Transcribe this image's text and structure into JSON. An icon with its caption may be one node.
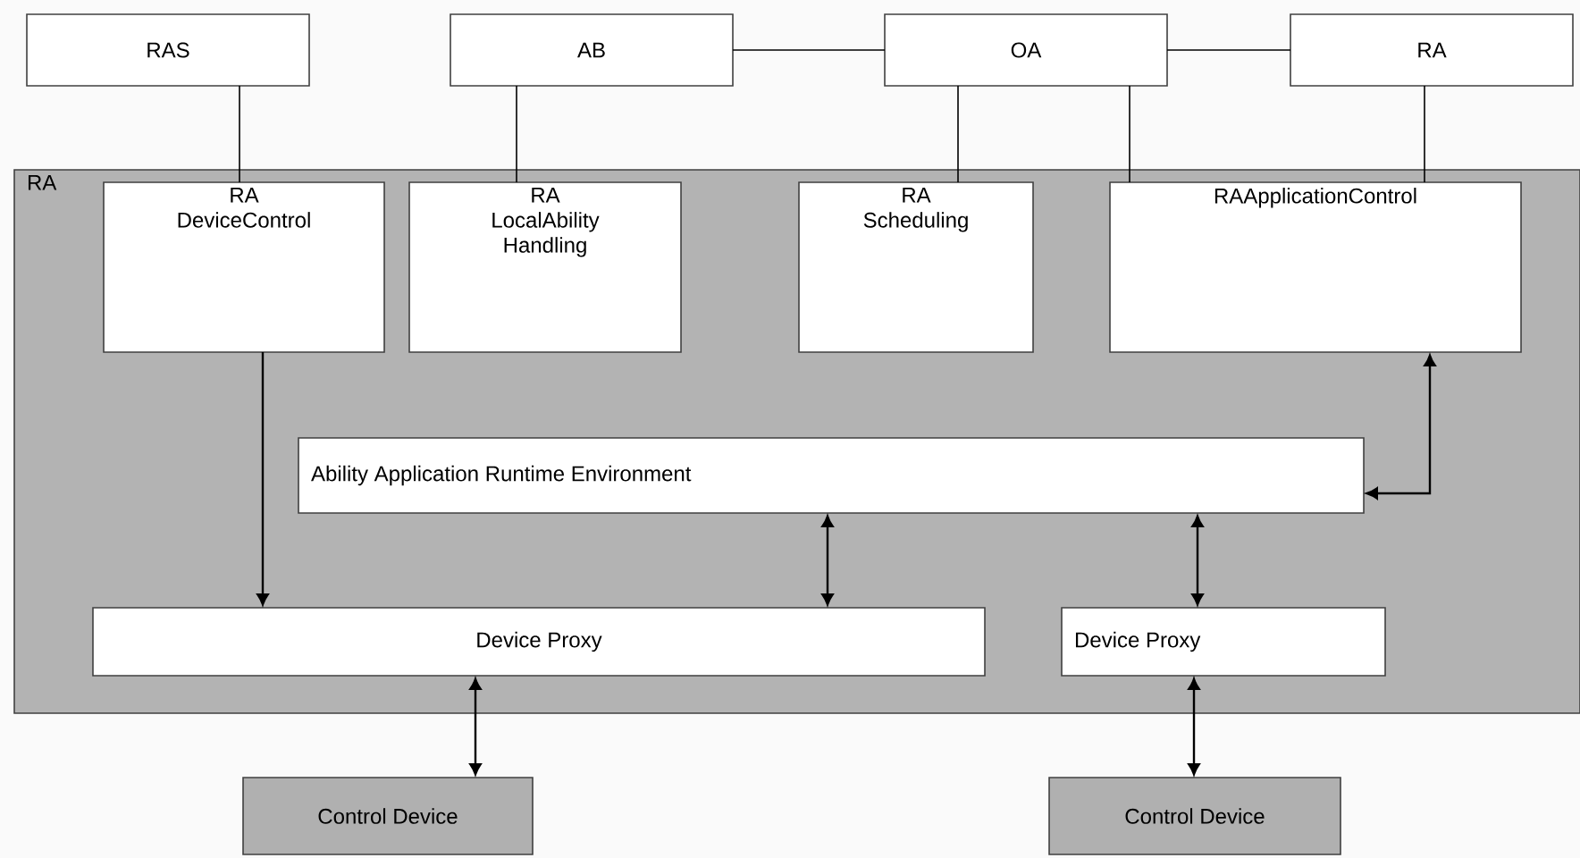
{
  "diagram": {
    "nodes": [
      {
        "text": [
          "RAS"
        ]
      },
      {
        "text": [
          "AB"
        ]
      },
      {
        "text": [
          "OA"
        ]
      },
      {
        "text": [
          "RA"
        ]
      },
      {
        "text": [
          "RA"
        ]
      },
      {
        "text": [
          "RA DeviceControl"
        ],
        "in": 4
      },
      {
        "text": [
          "RA LocalAbility Handling"
        ],
        "in": 4
      },
      {
        "text": [
          "RA Scheduling"
        ],
        "in": 4
      },
      {
        "text": [
          "RAApplicationControl"
        ],
        "in": 4
      },
      {
        "text": [
          "Ability Application Runtime Environment"
        ],
        "in": 4
      },
      {
        "text": [
          "Device Proxy"
        ],
        "in": 4
      },
      {
        "text": [
          "Device Proxy"
        ],
        "in": 4
      },
      {
        "text": [
          "Control Device"
        ]
      },
      {
        "text": [
          "Control Device"
        ]
      }
    ],
    "edges": [
      {
        "from": 0,
        "to": 5,
        "arrow": "none"
      },
      {
        "from": 1,
        "to": 6,
        "arrow": "none"
      },
      {
        "from": 1,
        "to": 2,
        "arrow": "none"
      },
      {
        "from": 2,
        "to": 3,
        "arrow": "none"
      },
      {
        "from": 2,
        "to": 7,
        "arrow": "none"
      },
      {
        "from": 2,
        "to": 8,
        "arrow": "none"
      },
      {
        "from": 3,
        "to": 8,
        "arrow": "none"
      },
      {
        "from": 5,
        "to": 10,
        "arrow": "to"
      },
      {
        "from": 9,
        "to": 8,
        "arrow": "both"
      },
      {
        "from": 9,
        "to": 10,
        "arrow": "both"
      },
      {
        "from": 9,
        "to": 11,
        "arrow": "both"
      },
      {
        "from": 10,
        "to": 12,
        "arrow": "both"
      },
      {
        "from": 11,
        "to": 13,
        "arrow": "both"
      }
    ]
  }
}
